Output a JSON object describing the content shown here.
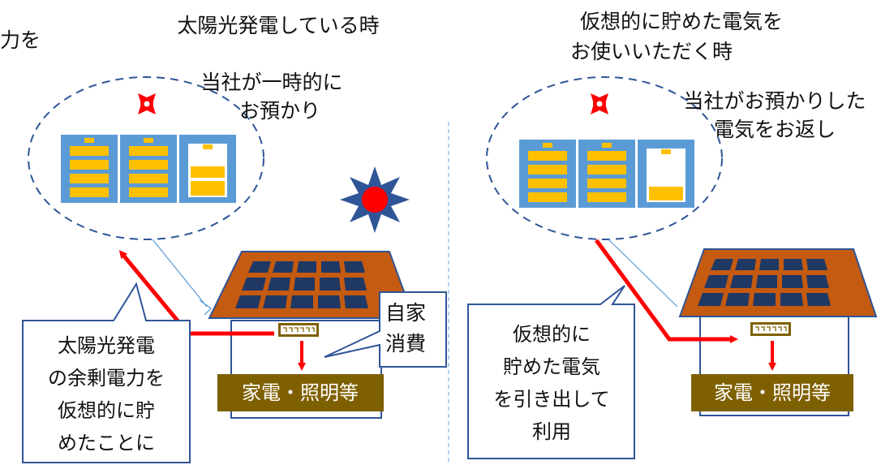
{
  "left_panel": {
    "title": "太陽光発電している時",
    "clipped_text": "力を",
    "cloud_label_line1": "当社が一時的に",
    "cloud_label_line2": "お預かり",
    "self_use_line1": "自家",
    "self_use_line2": "消費",
    "appliance_label": "家電・照明等",
    "callout_lines": [
      "太陽光発電",
      "の余剰電力を",
      "仮想的に貯",
      "めたことに"
    ]
  },
  "right_panel": {
    "title_line1": "仮想的に貯めた電気を",
    "title_line2": "お使いいただく時",
    "cloud_label_line1": "当社がお預かりした",
    "cloud_label_line2": "電気をお返し",
    "appliance_label": "家電・照明等",
    "callout_lines": [
      "仮想的に",
      "貯めた電気",
      "を引き出して",
      "利用"
    ]
  },
  "colors": {
    "battery_frame": "#5b9bd5",
    "battery_fill": "#ffc000",
    "roof": "#c55a11",
    "solar_panel": "#203864",
    "appliance_bg": "#7f6000",
    "arrow": "#ff0000",
    "cloud_dash": "#2f5597",
    "sun_rays": "#2f5597",
    "sun_core": "#ff0000"
  },
  "battery_levels": {
    "left": [
      1.0,
      1.0,
      0.6
    ],
    "right": [
      1.0,
      1.0,
      0.3
    ]
  }
}
